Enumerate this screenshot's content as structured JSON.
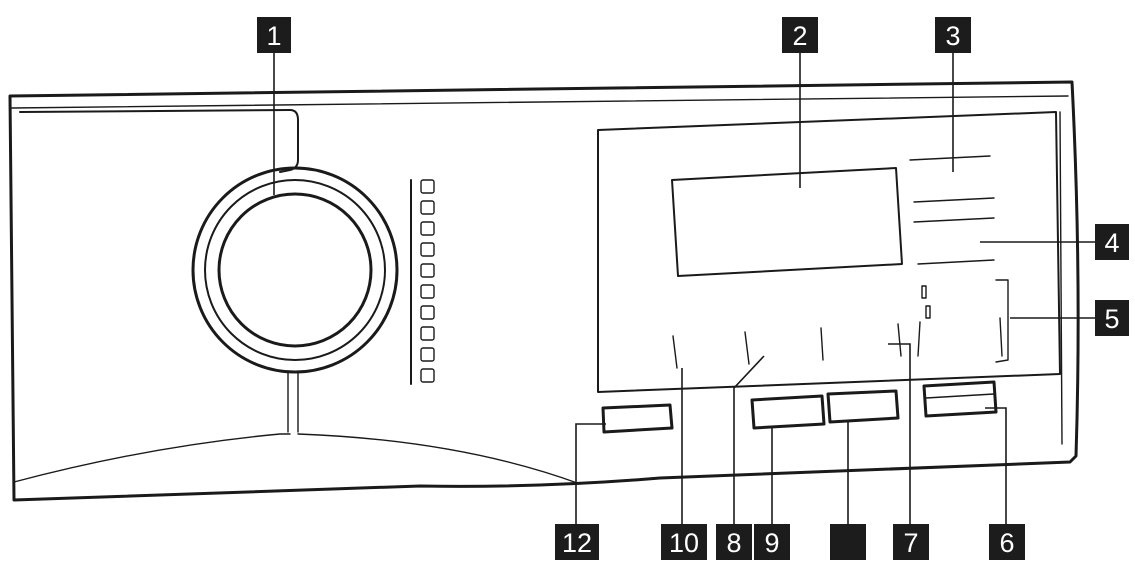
{
  "callouts": {
    "c1": "1",
    "c2": "2",
    "c3": "3",
    "c4": "4",
    "c5": "5",
    "c6": "6",
    "c7": "7",
    "c8": "8",
    "c9": "9",
    "c10": "10",
    "c11": "",
    "c12": "12"
  },
  "program_indicators": {
    "count": 10
  }
}
